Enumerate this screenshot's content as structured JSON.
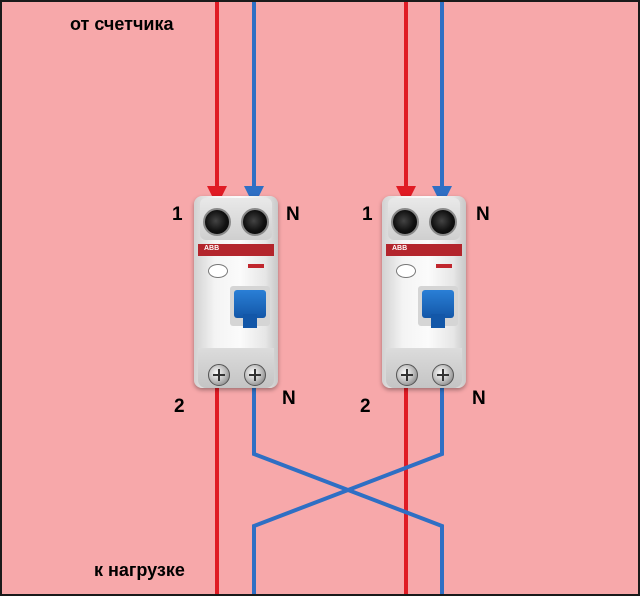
{
  "labels": {
    "from_meter": "от счетчика",
    "to_load": "к нагрузке"
  },
  "devices": [
    {
      "brand": "ABB",
      "terminals": {
        "top_phase": "1",
        "top_neutral": "N",
        "bottom_phase": "2",
        "bottom_neutral": "N"
      }
    },
    {
      "brand": "ABB",
      "terminals": {
        "top_phase": "1",
        "top_neutral": "N",
        "bottom_phase": "2",
        "bottom_neutral": "N"
      }
    }
  ],
  "colors": {
    "background": "#f7a8aa",
    "phase_wire": "#e01b24",
    "neutral_wire": "#2f6fc4",
    "lever": "#1b63c0",
    "brand_band": "#b3252c"
  },
  "wiring_note_visible": false
}
